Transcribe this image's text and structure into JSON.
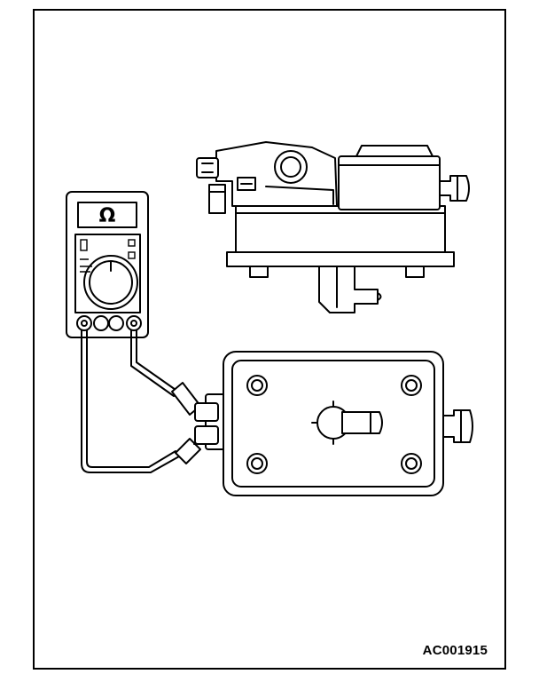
{
  "figure": {
    "code": "AC001915",
    "meter_display_symbol": "Ω",
    "colors": {
      "ink": "#000000",
      "paper": "#ffffff"
    },
    "icons": [
      "multimeter-icon",
      "solenoid-valve-side-view",
      "solenoid-valve-top-view"
    ]
  }
}
